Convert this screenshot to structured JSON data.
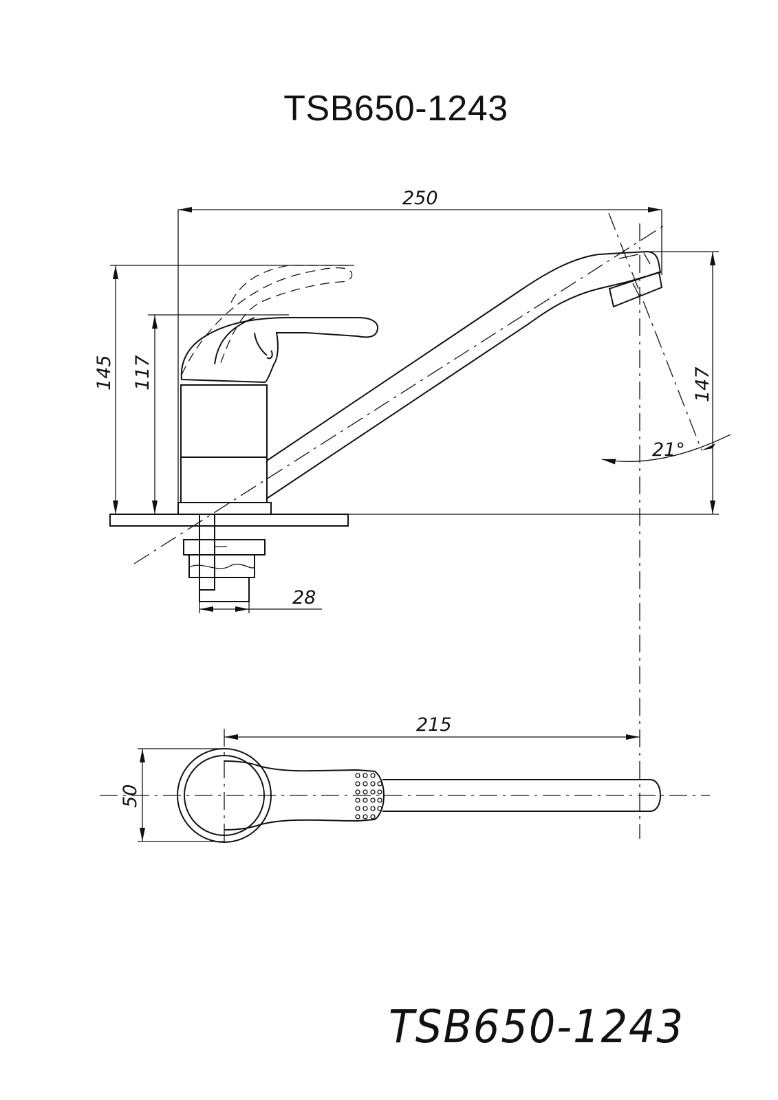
{
  "title_top": "TSB650-1243",
  "title_bottom": "TSB650-1243",
  "dimensions": {
    "overall_length": "250",
    "handle_height_raised": "145",
    "body_height": "117",
    "spout_height": "147",
    "spout_angle": "21°",
    "shank_diameter": "28",
    "top_view_width": "50",
    "spout_reach": "215"
  },
  "colors": {
    "line": "#111111",
    "background": "#ffffff"
  }
}
